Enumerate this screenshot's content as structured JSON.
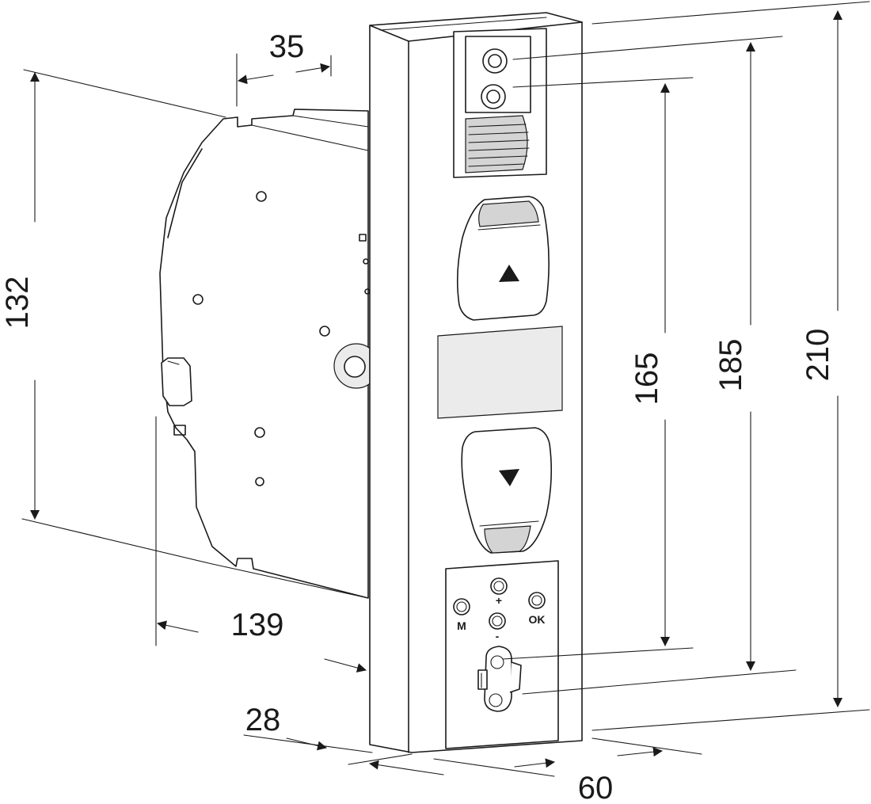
{
  "dimensions": {
    "depth_top": "35",
    "height_housing": "132",
    "depth_total": "139",
    "front_offset": "28",
    "width_front": "60",
    "height_165": "165",
    "height_185": "185",
    "height_210": "210"
  },
  "control_buttons": {
    "menu": "M",
    "plus": "+",
    "minus": "-",
    "ok": "OK"
  },
  "icons": {
    "up": "triangle-up-icon",
    "down": "triangle-down-icon"
  }
}
